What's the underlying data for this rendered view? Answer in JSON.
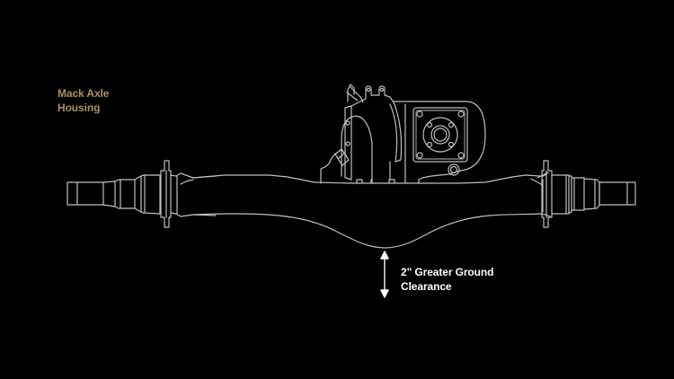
{
  "diagram": {
    "title_label": {
      "line1": "Mack Axle",
      "line2": "Housing",
      "color": "#a8926a"
    },
    "callout": {
      "line1": "2\" Greater Ground",
      "line2": "Clearance",
      "color": "#ffffff"
    },
    "colors": {
      "background": "#000000",
      "line": "#bfbfbf",
      "arrow": "#ffffff"
    },
    "icons": {
      "clearance_arrow": "double-headed-vertical-arrow"
    }
  }
}
